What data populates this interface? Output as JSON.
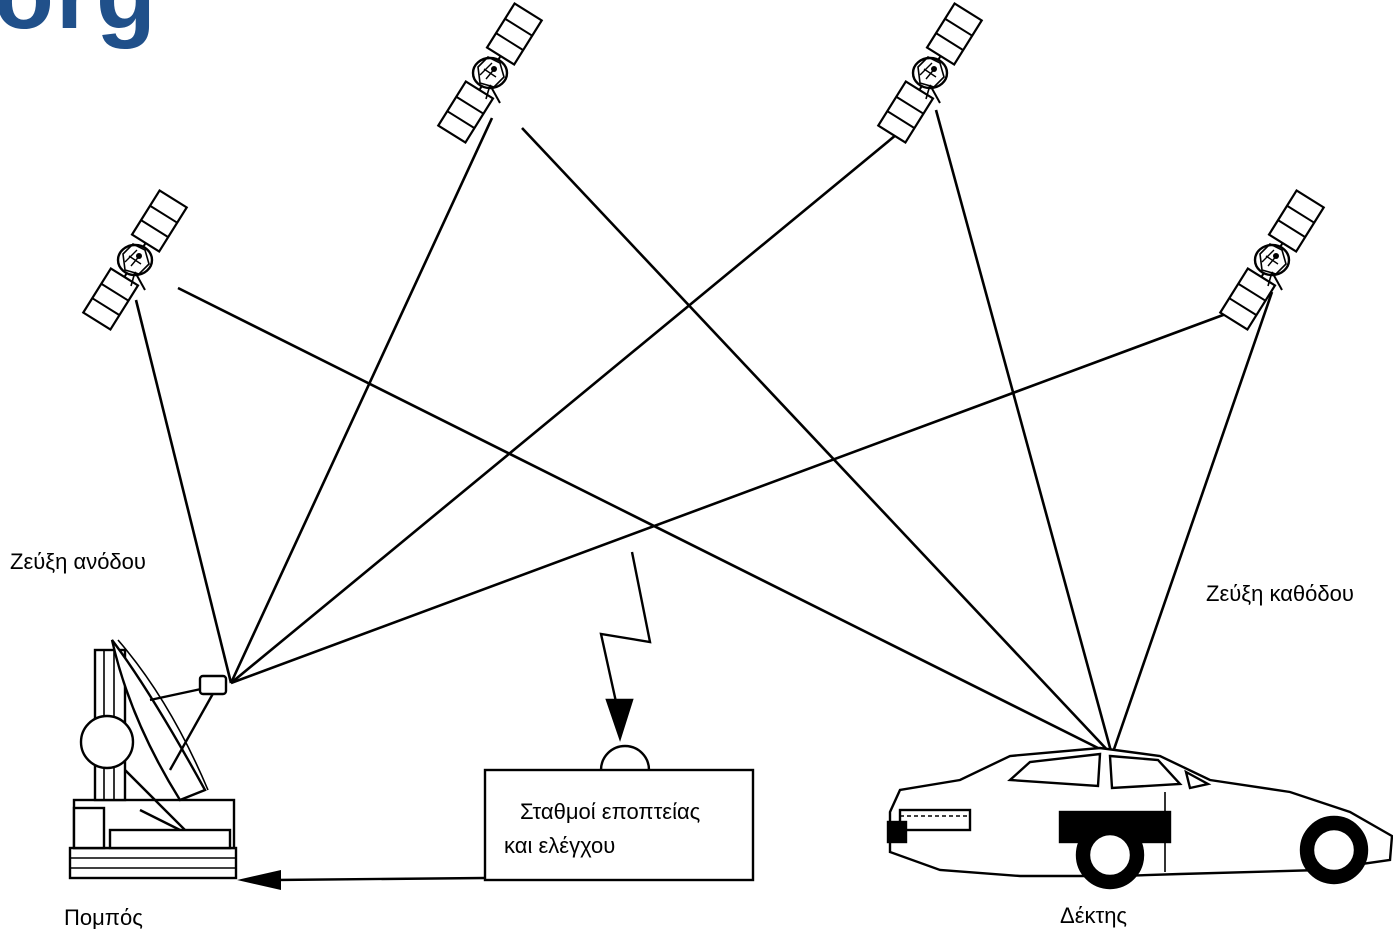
{
  "header": {
    "title_fragment": "org"
  },
  "labels": {
    "uplink": "Ζεύξη ανόδου",
    "downlink": "Ζεύξη καθόδου",
    "transmitter": "Πομπός",
    "receiver": "Δέκτης"
  },
  "control_station": {
    "line1": "Σταθμοί εποπτείας",
    "line2": "και ελέγχου"
  },
  "colors": {
    "title": "#20508a",
    "lines": "#000000",
    "background": "#ffffff"
  },
  "icons": [
    "satellite-icon",
    "satellite-dish-icon",
    "car-icon",
    "lightning-signal-icon"
  ]
}
